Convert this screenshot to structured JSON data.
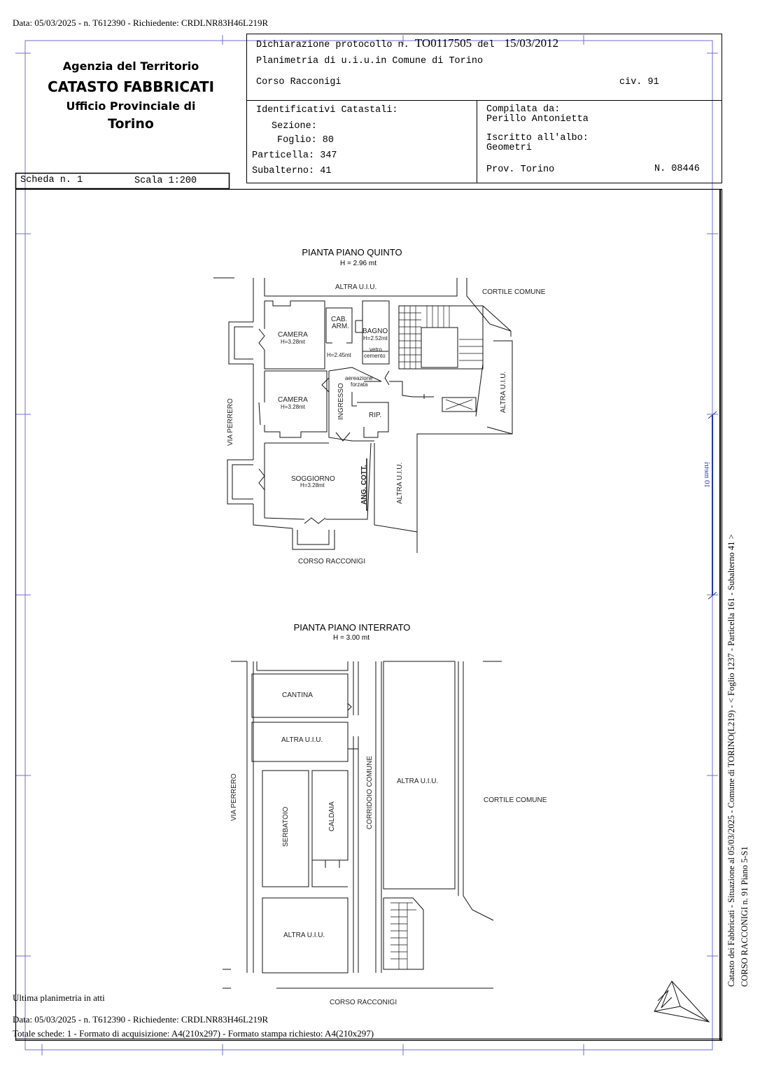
{
  "top_info": "Data: 05/03/2025 - n. T612390 - Richiedente: CRDLNR83H46L219R",
  "agency": {
    "line1": "Agenzia del Territorio",
    "line2": "CATASTO FABBRICATI",
    "line3": "Ufficio Provinciale di",
    "line4": "Torino"
  },
  "scheda": {
    "scheda": "Scheda n. 1",
    "scala": "Scala 1:200"
  },
  "declaration": {
    "protocol_prefix": "Dichiarazione protocollo n.",
    "protocol_no": "TO0117505",
    "del": "del",
    "date": "15/03/2012",
    "planimetria": "Planimetria di u.i.u.in Comune di Torino",
    "street": "Corso Racconigi",
    "civ": "civ. 91"
  },
  "identifiers": {
    "title": "Identificativi Catastali:",
    "sezione": "Sezione:",
    "foglio": "Foglio: 80",
    "particella": "Particella: 347",
    "subalterno": "Subalterno: 41"
  },
  "compiler": {
    "label": "Compilata da:",
    "name": "Perillo Antonietta",
    "albo_label": "Iscritto all'albo:",
    "albo": "Geometri",
    "prov": "Prov. Torino",
    "number": "N. 08446"
  },
  "plan_quinto": {
    "title": "PIANTA PIANO QUINTO",
    "height": "H = 2.96 mt",
    "labels": {
      "altra_top": "ALTRA U.I.U.",
      "cortile": "CORTILE COMUNE",
      "camera": "CAMERA",
      "h328": "H=3.28mt",
      "cab": "CAB.",
      "arm": "ARM.",
      "bagno": "BAGNO",
      "h252": "H=2.52mt",
      "h245": "H=2.45mt",
      "vetro": "vetro",
      "cemento": "cemento",
      "aereazione": "aereazione",
      "forzata": "forzata",
      "ingresso": "INGRESSO",
      "rip": "RIP.",
      "soggiorno": "SOGGIORNO",
      "ang_cott": "ANG. COTT.",
      "altra_right": "ALTRA U.I.U.",
      "via_perrero": "VIA PERRERO",
      "corso": "CORSO RACCONIGI"
    }
  },
  "plan_interrato": {
    "title": "PIANTA PIANO INTERRATO",
    "height": "H = 3.00 mt",
    "labels": {
      "cantina": "CANTINA",
      "altra": "ALTRA U.I.U.",
      "serbatoio": "SERBATOIO",
      "caldaia": "CALDAIA",
      "corridoio": "CORRIDOIO COMUNE",
      "cortile": "CORTILE COMUNE",
      "via_perrero": "VIA PERRERO",
      "corso": "CORSO RACCONIGI"
    }
  },
  "scale_bar": "10 metri",
  "side_text": {
    "line1": "Catasto dei Fabbricati - Situazione al 05/03/2025 - Comune di TORINO(L219) - < Foglio 1237 - Particella  161 - Subalterno 41 >",
    "line2": "CORSO RACCONIGI n. 91 Piano 5-S1"
  },
  "footer": {
    "ultima": "Ultima planimetria in atti",
    "data": "Data: 05/03/2025 - n. T612390 - Richiedente: CRDLNR83H46L219R",
    "totale": "Totale schede: 1 - Formato di acquisizione: A4(210x297)  - Formato stampa richiesto: A4(210x297)"
  },
  "colors": {
    "guide": "#5555cc",
    "scale_bar": "#2233bb"
  }
}
